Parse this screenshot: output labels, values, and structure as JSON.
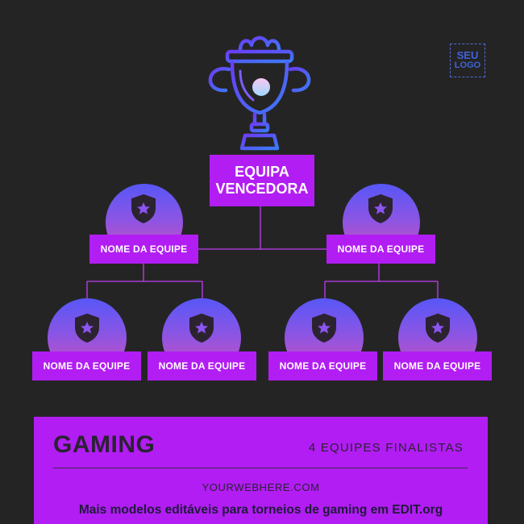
{
  "logo": {
    "line1": "SEU",
    "line2": "LOGO"
  },
  "bracket": {
    "winner": {
      "line1": "EQUIPA",
      "line2": "VENCEDORA"
    },
    "semifinal_left": "NOME DA EQUIPE",
    "semifinal_right": "NOME DA EQUIPE",
    "quarter_1": "NOME DA EQUIPE",
    "quarter_2": "NOME DA EQUIPE",
    "quarter_3": "NOME DA EQUIPE",
    "quarter_4": "NOME DA EQUIPE"
  },
  "footer": {
    "title": "GAMING",
    "subtitle": "4 EQUIPES FINALISTAS",
    "website": "YOURWEBHERE.COM",
    "promo": "Mais modelos editáveis para torneios de gaming em EDIT.org"
  },
  "colors": {
    "background": "#252425",
    "accent": "#b21df3",
    "line": "#c13ef5",
    "trophy_gradient": [
      "#6b3df5",
      "#3b7bf7"
    ]
  },
  "icons": [
    "trophy-icon",
    "shield-star-icon"
  ]
}
